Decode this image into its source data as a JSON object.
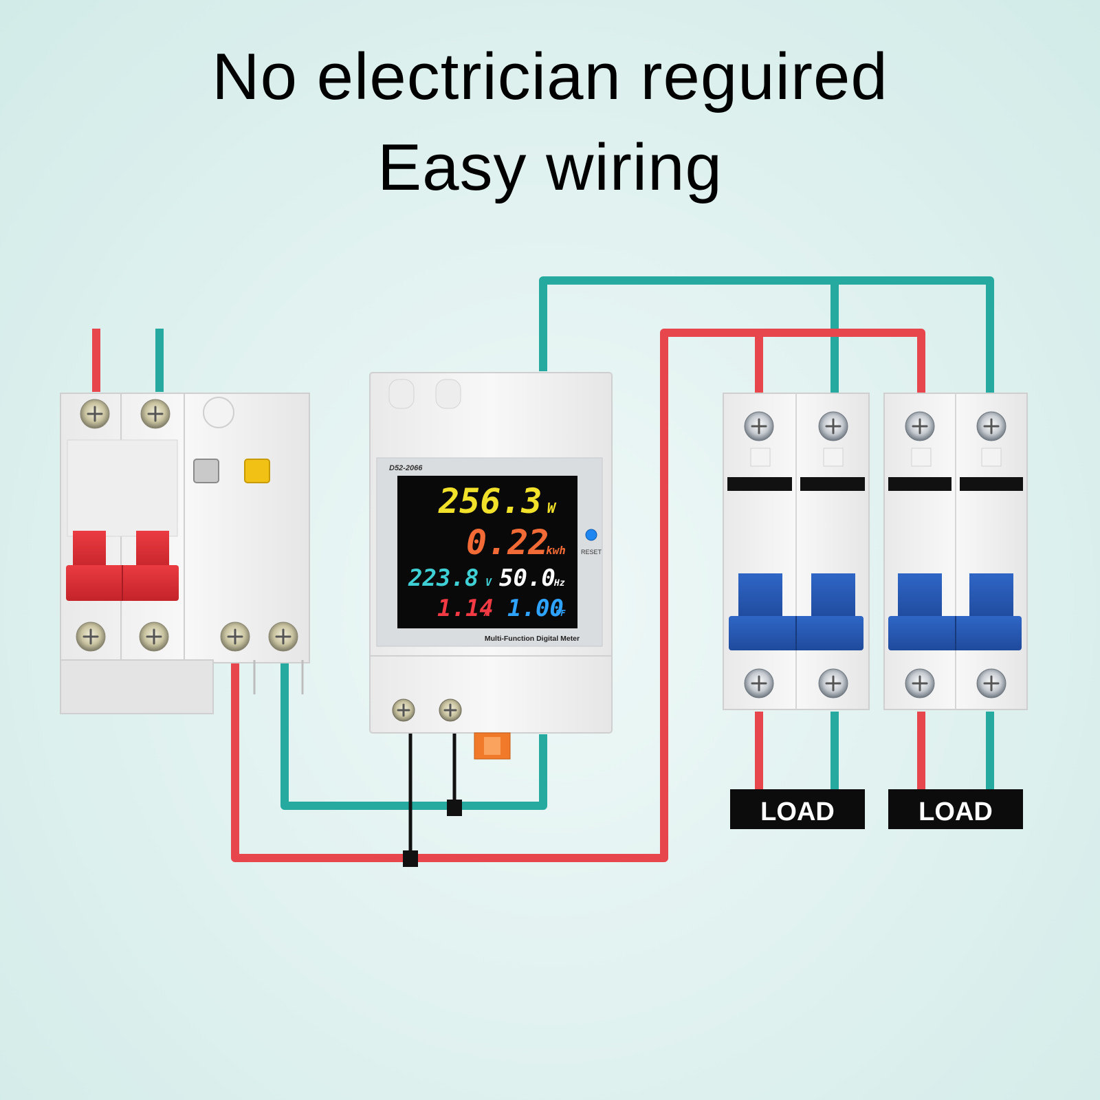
{
  "header": {
    "line1": "No electrician reguired",
    "line2": "Easy wiring"
  },
  "meter": {
    "model": "D52-2066",
    "reset_label": "RESET",
    "caption": "Multi-Function Digital Meter",
    "readings": {
      "power": "256.3",
      "power_unit": "W",
      "energy": "0.22",
      "energy_unit": "kwh",
      "voltage": "223.8",
      "voltage_unit": "V",
      "frequency": "50.0",
      "frequency_unit": "Hz",
      "current": "1.14",
      "current_unit": "A",
      "power_factor": "1.00",
      "pf_unit": "PF"
    }
  },
  "loads": {
    "left_label": "LOAD",
    "right_label": "LOAD"
  },
  "colors": {
    "live_wire": "#e8464d",
    "neutral_wire": "#26aaa0",
    "ct_wire": "#111111",
    "rcbo_handle": "#dd2e35",
    "mcb_handle": "#2d5bb8",
    "power": "#f2e12b",
    "energy": "#f26a35",
    "voltage": "#3fd0d6",
    "frequency": "#ffffff",
    "current": "#f23a44",
    "pf": "#2ea3ff"
  }
}
